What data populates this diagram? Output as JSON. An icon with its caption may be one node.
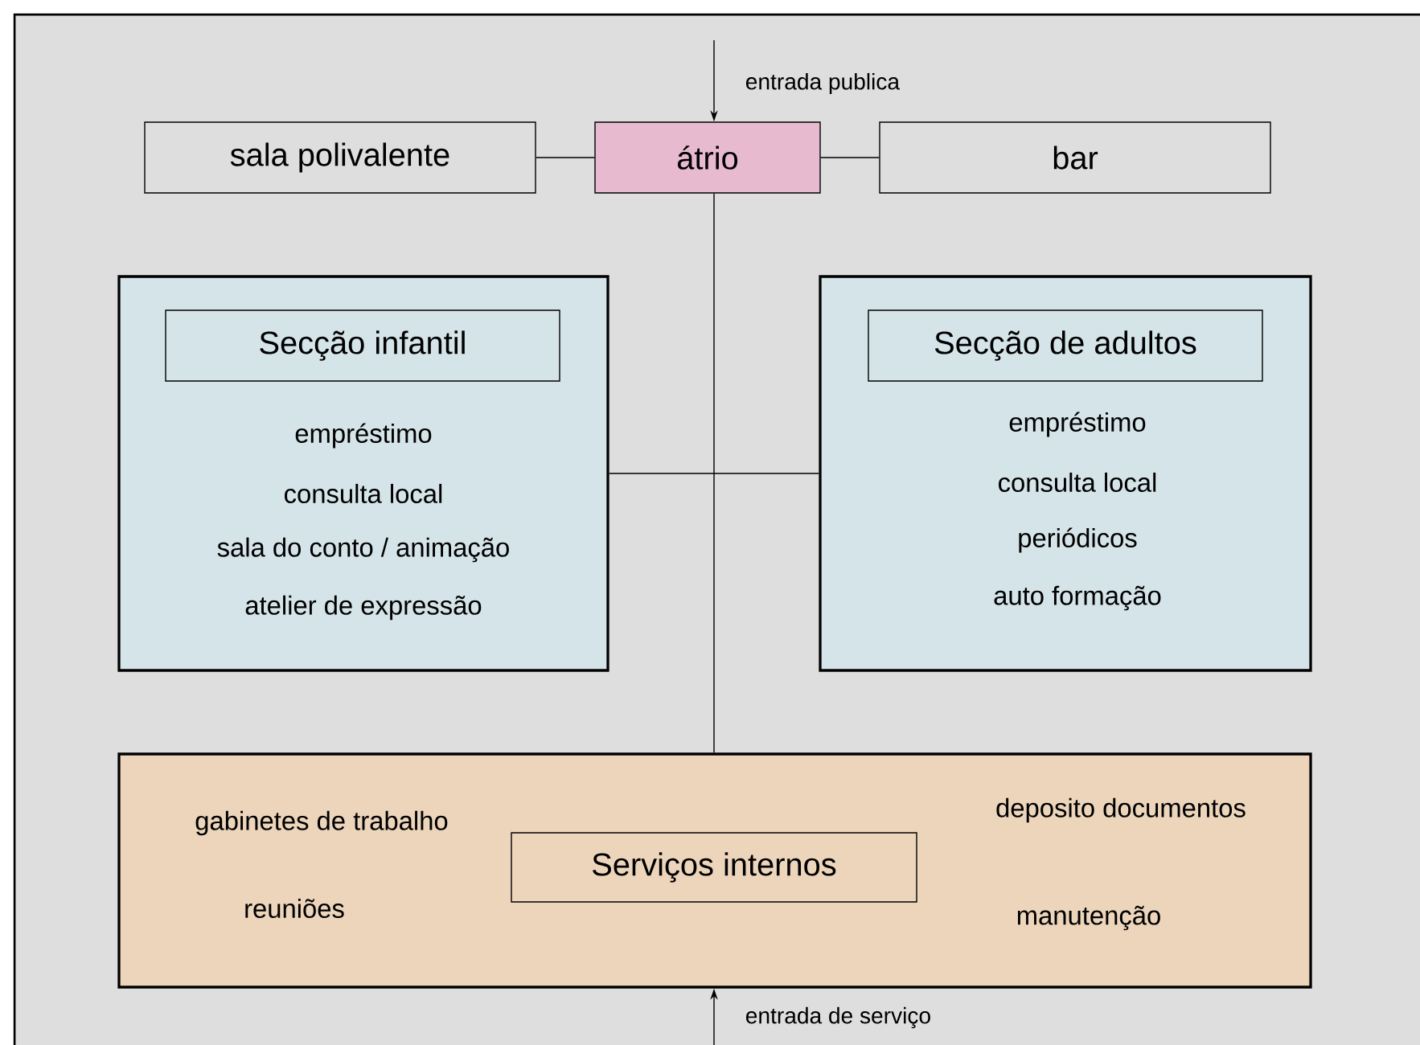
{
  "diagram": {
    "nodes": [
      {
        "text": [
          "sala polivalente"
        ]
      },
      {
        "text": [
          "átrio"
        ]
      },
      {
        "text": [
          "bar"
        ]
      },
      {
        "text": [
          "empréstimo",
          "consulta local",
          "sala do conto / animação",
          "atelier de expressão"
        ]
      },
      {
        "text": [
          "Secção infantil"
        ],
        "in": 3
      },
      {
        "text": [
          "empréstimo",
          "consulta local",
          "periódicos",
          "auto formação"
        ]
      },
      {
        "text": [
          "Secção de adultos"
        ],
        "in": 5
      },
      {
        "text": [
          "gabinetes de trabalho",
          "deposito documentos",
          "reuniões",
          "manutenção"
        ]
      },
      {
        "text": [
          "Serviços internos"
        ],
        "in": 7
      }
    ],
    "edges": [
      {
        "from": null,
        "to": 1,
        "arrow": "to",
        "label": "entrada publica"
      },
      {
        "from": 0,
        "to": 1,
        "arrow": "none"
      },
      {
        "from": 1,
        "to": 2,
        "arrow": "none"
      },
      {
        "from": 1,
        "to": 7,
        "arrow": "none"
      },
      {
        "from": 3,
        "to": 5,
        "arrow": "none"
      },
      {
        "from": null,
        "to": 7,
        "arrow": "to",
        "label": "entrada de serviço"
      }
    ]
  }
}
